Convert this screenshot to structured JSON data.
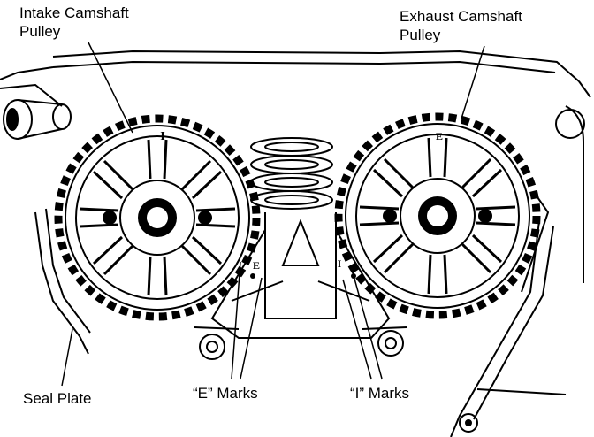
{
  "labels": {
    "intake_line1": "Intake Camshaft",
    "intake_line2": "Pulley",
    "exhaust_line1": "Exhaust Camshaft",
    "exhaust_line2": "Pulley",
    "seal_plate": "Seal Plate",
    "e_marks": "“E” Marks",
    "i_marks": "“I” Marks"
  },
  "pulley_marks": {
    "intake_top": "I",
    "intake_side": "E",
    "exhaust_top": "E",
    "exhaust_side": "I"
  },
  "colors": {
    "ink": "#000000",
    "paper": "#ffffff"
  }
}
